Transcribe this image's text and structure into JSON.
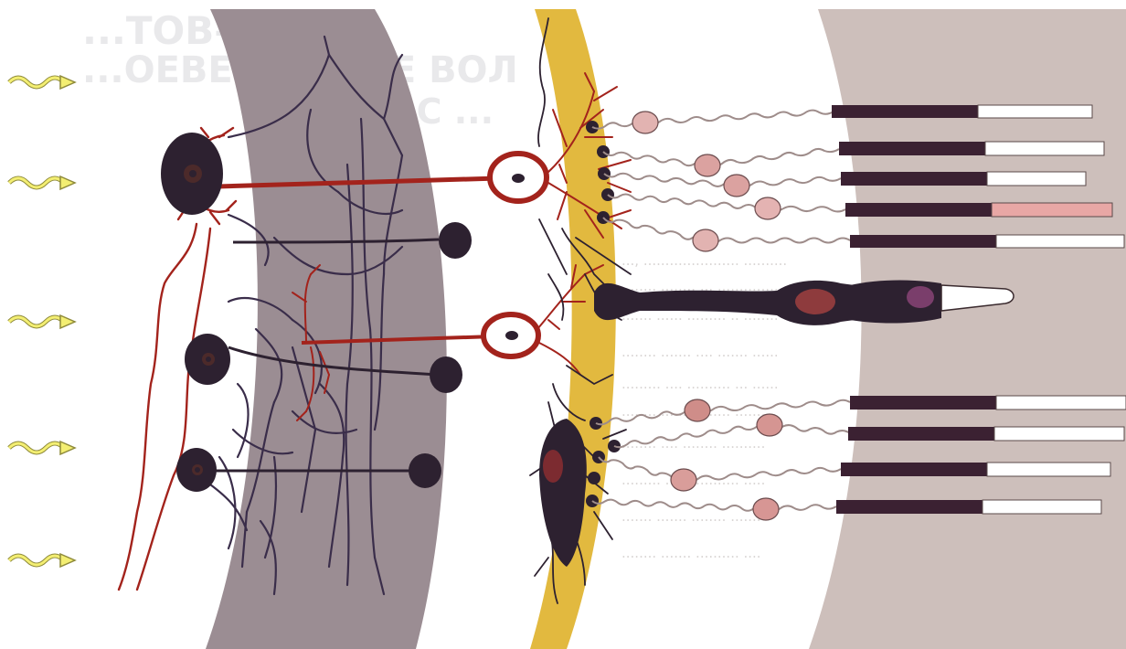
{
  "diagram": {
    "type": "retina-cell-layers-schematic",
    "light_arrow_count": 5,
    "colors": {
      "background": "#ffffff",
      "ganglion_layer": "#9b8d93",
      "synaptic_layer": "#e2b93f",
      "photoreceptor_layer": "#cdbfbb",
      "neuron_dark": "#2d2130",
      "neuron_red": "#a3231c",
      "light_arrow": "#f3ee72",
      "rod_outer": "#ffffff",
      "cone_pink": "#e8a7a5"
    },
    "watermark_lines": [
      "...ТОВ–",
      "...ОЕВЕЙ ... КИЕ ВОЛ",
      "...ОС ..."
    ],
    "faint_text_lines": [
      "..., ...................... ..........",
      "........ ........ ... ................",
      "....... ...... ......... .. ........",
      "........ ....... .... ....... ......",
      "......... .... .......... ... ......",
      "........ ........ ....... ........",
      "........ .... ........ ..........",
      "......... ..... ........... .....",
      "....... ....... ........ .......",
      "........ ....... .......... ...."
    ]
  }
}
